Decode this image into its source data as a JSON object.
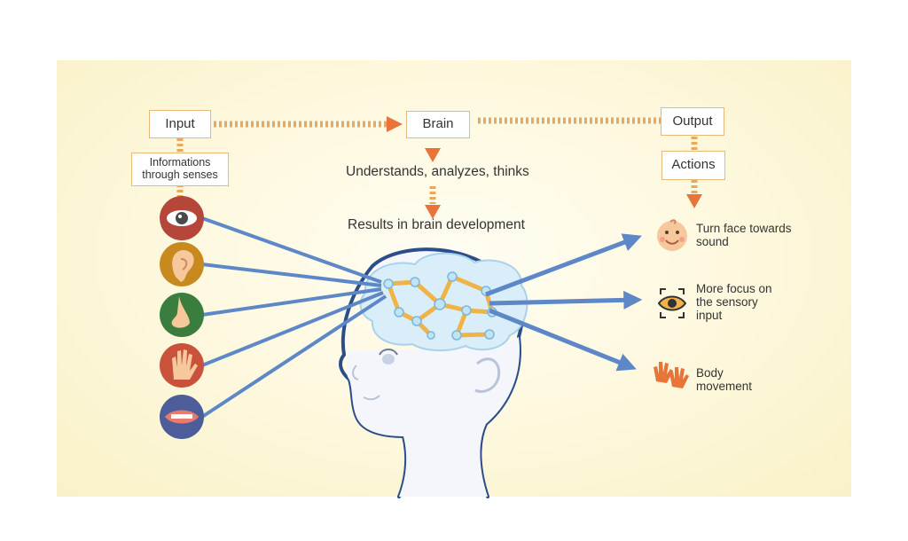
{
  "input": {
    "title": "Input",
    "senses_label": "Informations through senses",
    "senses": [
      "eye-icon",
      "ear-icon",
      "nose-icon",
      "hand-icon",
      "mouth-icon"
    ]
  },
  "brain": {
    "title": "Brain",
    "step1": "Understands, analyzes, thinks",
    "step2": "Results in brain development"
  },
  "output": {
    "title": "Output",
    "actions_title": "Actions",
    "actions": [
      {
        "label": "Turn face towards sound",
        "icon": "baby-face-icon"
      },
      {
        "label": "More focus on the sensory input",
        "icon": "focus-eye-icon"
      },
      {
        "label": "Body movement",
        "icon": "hands-icon"
      }
    ]
  },
  "colors": {
    "arrow_blue": "#5e87c7",
    "connector_orange": "#e9a860",
    "arrowhead_orange": "#e8743a",
    "neuron_orange": "#f0b348",
    "neuron_node": "#bfe4f5",
    "head_outline": "#2b4d8a",
    "sense_colors": [
      "#b5463a",
      "#c88a1e",
      "#3a7d3e",
      "#c9523b",
      "#4c5d9a"
    ]
  }
}
